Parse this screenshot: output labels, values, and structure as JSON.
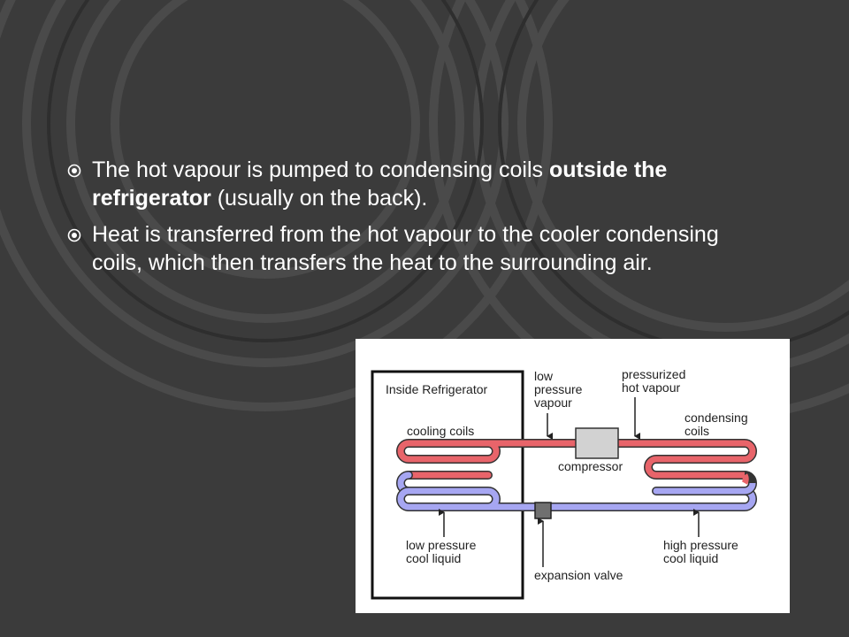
{
  "slide": {
    "bullets": [
      {
        "before": "The hot vapour is pumped to condensing coils ",
        "bold": "outside the refrigerator",
        "after": " (usually on the back)."
      },
      {
        "before": "Heat is transferred from the hot vapour to the cooler condensing coils, which then transfers the heat to the surrounding air.",
        "bold": "",
        "after": ""
      }
    ]
  },
  "diagram": {
    "box_label": "Inside Refrigerator",
    "low_pressure_vapour": [
      "low",
      "pressure",
      "vapour"
    ],
    "pressurized_hot_vapour": [
      "pressurized",
      "hot vapour"
    ],
    "condensing_coils": [
      "condensing",
      "coils"
    ],
    "cooling_coils": "cooling coils",
    "compressor": "compressor",
    "low_pressure_cool_liquid": [
      "low pressure",
      "cool liquid"
    ],
    "high_pressure_cool_liquid": [
      "high pressure",
      "cool liquid"
    ],
    "expansion_valve": "expansion valve",
    "colors": {
      "hot": "#e8646a",
      "cool": "#a6a6f2",
      "compressor": "#d2d2d2",
      "valve": "#707070"
    }
  }
}
